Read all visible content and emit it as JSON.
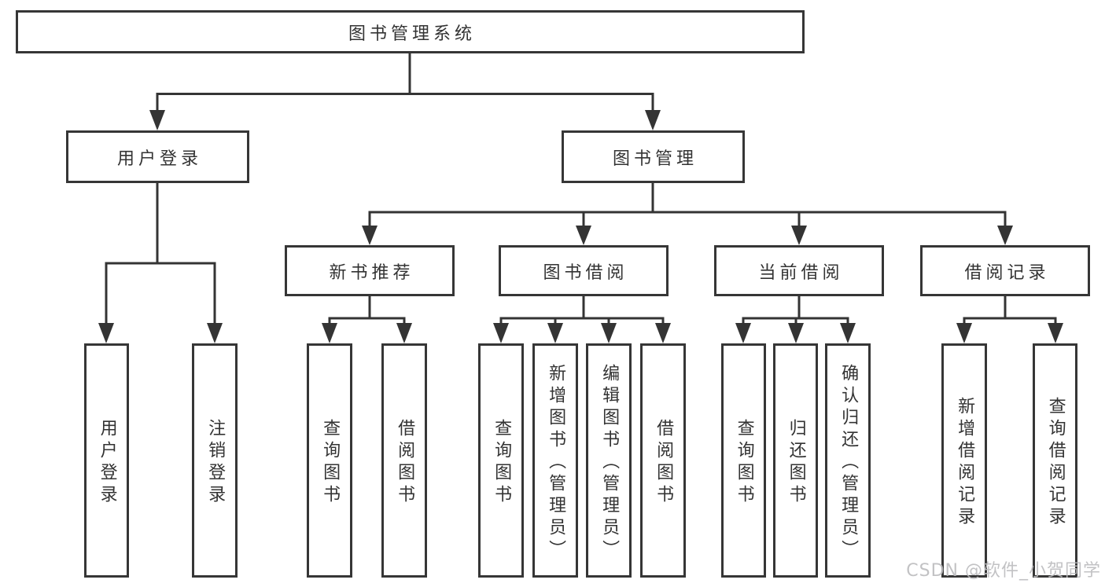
{
  "tree": {
    "label": "图书管理系统",
    "children": [
      {
        "label": "用户登录",
        "children": [
          {
            "label": "用户登录"
          },
          {
            "label": "注销登录"
          }
        ]
      },
      {
        "label": "图书管理",
        "children": [
          {
            "label": "新书推荐",
            "children": [
              {
                "label": "查询图书"
              },
              {
                "label": "借阅图书"
              }
            ]
          },
          {
            "label": "图书借阅",
            "children": [
              {
                "label": "查询图书"
              },
              {
                "label": "新增图书（管理员）"
              },
              {
                "label": "编辑图书（管理员）"
              },
              {
                "label": "借阅图书"
              }
            ]
          },
          {
            "label": "当前借阅",
            "children": [
              {
                "label": "查询图书"
              },
              {
                "label": "归还图书"
              },
              {
                "label": "确认归还（管理员）"
              }
            ]
          },
          {
            "label": "借阅记录",
            "children": [
              {
                "label": "新增借阅记录"
              },
              {
                "label": "查询借阅记录"
              }
            ]
          }
        ]
      }
    ]
  },
  "watermark": {
    "text": "CSDN @软件_小贺同学"
  },
  "colors": {
    "line": "#343434",
    "text": "#333333",
    "box_background": "#ffffff",
    "page_background": "#ffffff",
    "watermark": "#bbbbbe"
  }
}
